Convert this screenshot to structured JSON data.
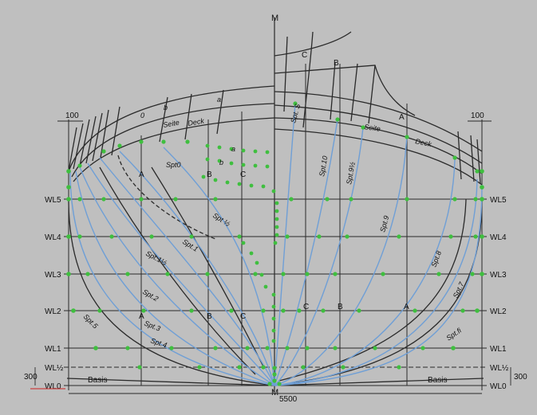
{
  "diagram": {
    "center_mark": "M",
    "waterlines": [
      "WL5",
      "WL4",
      "WL3",
      "WL2",
      "WL1",
      "WL½",
      "WL0"
    ],
    "buttock_labels": {
      "a": "A",
      "b": "B",
      "c": "C"
    },
    "basis": "Basis",
    "dim_width": "5500",
    "dim_side": "100",
    "dim_height": "300",
    "deck_labels": {
      "seite": "Seite",
      "deck": "Deck",
      "a": "a",
      "b": "b",
      "zero": "0"
    },
    "sections_aft": {
      "spt0": "Spt0",
      "spt_half": "Spt ½",
      "spt1": "Spt.1",
      "spt1half": "Spt.1½",
      "spt2": "Spt.2",
      "spt3": "Spt.3",
      "spt4": "Spt.4",
      "spt5": "Spt.5"
    },
    "sections_fwd": {
      "s": "Spt. S",
      "spt10": "Spt.10",
      "spt9half": "Spt.9½",
      "spt9": "Spt.9",
      "spt8": "Spt.8",
      "spt7": "Spt.7",
      "sptfi": "Spt.fi"
    },
    "colors": {
      "background": "#bfbfbf",
      "line": "#2a2a2a",
      "section_line": "#6f9fd6",
      "point": "#3fbf3f"
    }
  }
}
